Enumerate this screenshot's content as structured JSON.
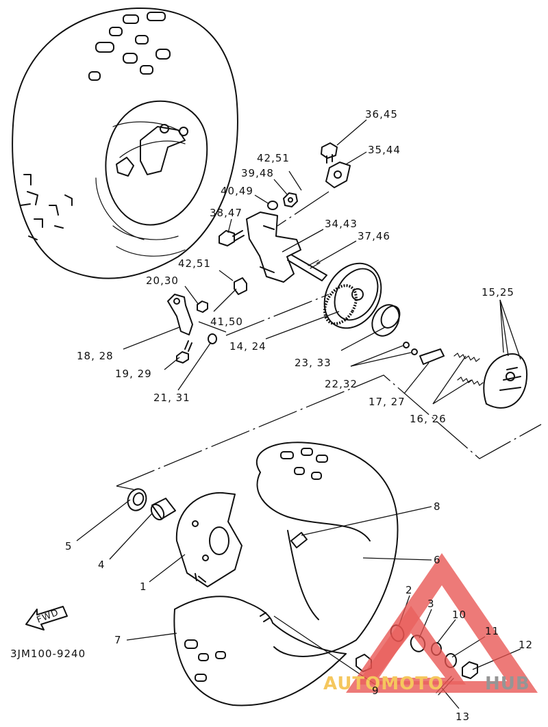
{
  "diagram": {
    "part_labels": [
      "36,45",
      "35,44",
      "42,51",
      "39,48",
      "40,49",
      "38,47",
      "34,43",
      "37,46",
      "42,51",
      "20,30",
      "41,50",
      "18, 28",
      "14, 24",
      "19, 29",
      "21, 31",
      "23, 33",
      "22,32",
      "17, 27",
      "15,25",
      "16, 26",
      "5",
      "4",
      "1",
      "8",
      "6",
      "2",
      "3",
      "10",
      "11",
      "12",
      "7",
      "9",
      "13"
    ],
    "fwd_label": "FWD",
    "drawing_code": "3JM100-9240"
  },
  "watermark": {
    "text_red": "AUTOMOTO",
    "text_gray": "HUB",
    "colors": {
      "red": "#e8524f",
      "yellow": "#f4c24d",
      "gray": "#8a8a8a"
    }
  }
}
